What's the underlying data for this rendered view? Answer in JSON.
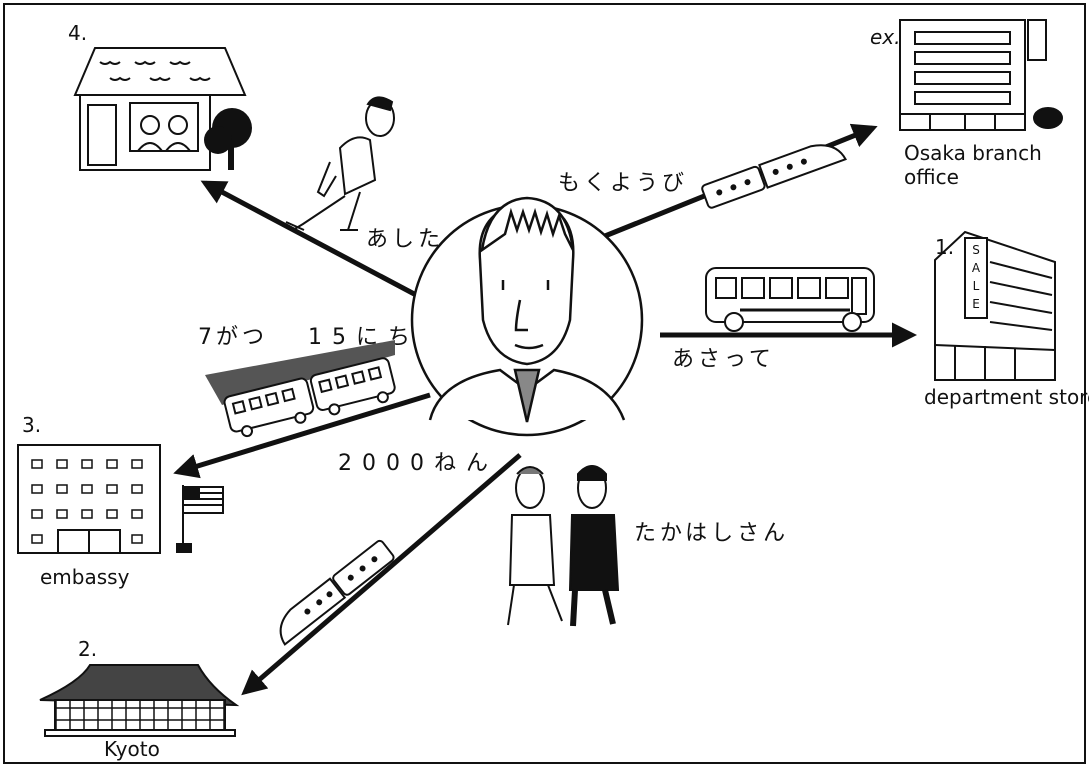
{
  "labels": {
    "ex_marker": "ex.",
    "ex_place_line1": "Osaka branch",
    "ex_place_line2": "office",
    "ex_time": "もくようび",
    "n1_marker": "1.",
    "n1_place": "department store",
    "n1_time": "あさって",
    "n2_marker": "2.",
    "n2_place": "Kyoto",
    "n3_marker": "3.",
    "n3_place": "embassy",
    "n3_time_month": "7がつ",
    "n3_time_day": "15にち",
    "n4_marker": "4.",
    "n4_time": "あした",
    "companion_time": "2000ねん",
    "companion_name": "たかはしさん"
  },
  "colors": {
    "ink": "#111111",
    "paper": "#ffffff",
    "roof_shade": "#444444",
    "beam": "#555555"
  },
  "icons": [
    "house-icon",
    "tree-icon",
    "office-building-icon",
    "department-store-icon",
    "bus-icon",
    "bullet-train-icon",
    "train-icon",
    "embassy-building-icon",
    "flag-icon",
    "temple-icon",
    "walking-man-icon",
    "two-walking-men-icon",
    "businessman-portrait"
  ]
}
